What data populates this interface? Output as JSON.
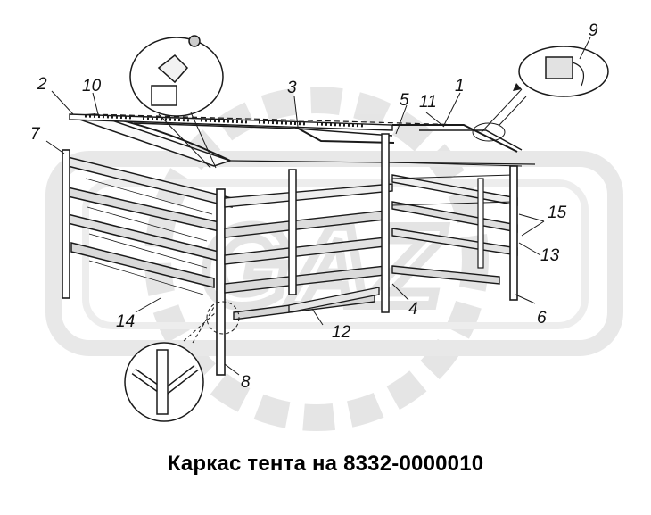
{
  "caption": "Каркас тента на 8332-0000010",
  "callouts": {
    "c1": "1",
    "c2": "2",
    "c3": "3",
    "c4": "4",
    "c5": "5",
    "c6": "6",
    "c7": "7",
    "c8": "8",
    "c9": "9",
    "c10": "10",
    "c11": "11",
    "c12": "12",
    "c13": "13",
    "c14": "14",
    "c15": "15"
  },
  "colors": {
    "line": "#1a1a1a",
    "wood": "#dddddd",
    "watermark": "#e3e3e3"
  },
  "watermark": {
    "shape": "gear-with-rounded-rectangle",
    "text": "GAZ"
  }
}
